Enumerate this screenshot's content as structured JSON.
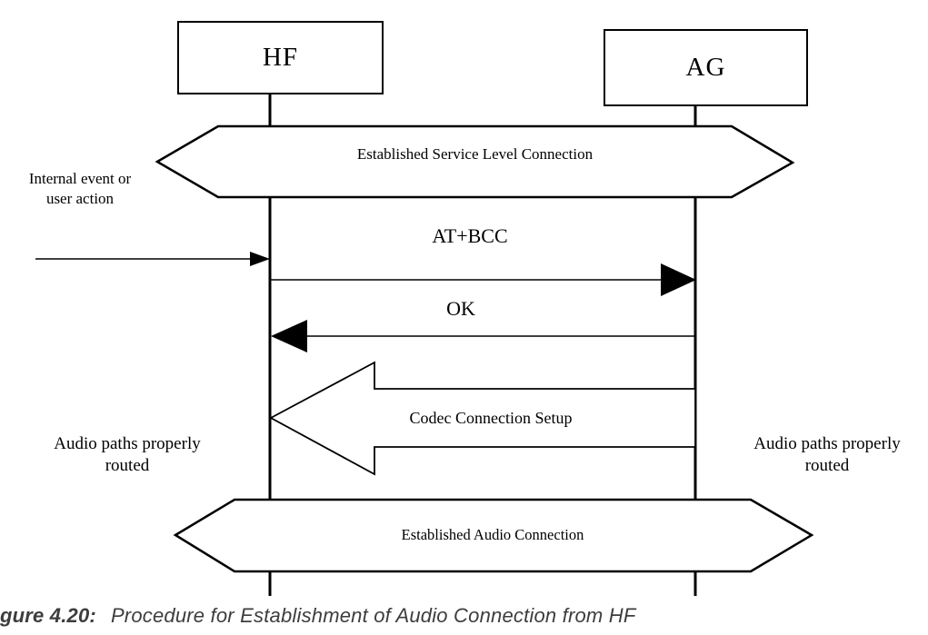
{
  "diagram": {
    "actors": [
      {
        "id": "hf",
        "label": "HF"
      },
      {
        "id": "ag",
        "label": "AG"
      }
    ],
    "banners": [
      {
        "label": "Established Service Level Connection"
      },
      {
        "label": "Established Audio Connection"
      }
    ],
    "messages": [
      {
        "label": "AT+BCC",
        "from": "HF",
        "to": "AG",
        "style": "solid-arrow"
      },
      {
        "label": "OK",
        "from": "AG",
        "to": "HF",
        "style": "solid-arrow"
      },
      {
        "label": "Codec Connection Setup",
        "from": "AG",
        "to": "HF",
        "style": "block-arrow"
      }
    ],
    "annotations": {
      "internal_event": {
        "line1": "Internal event or",
        "line2": "user action"
      },
      "audio_paths_left": {
        "line1": "Audio paths properly",
        "line2": "routed"
      },
      "audio_paths_right": {
        "line1": "Audio paths properly",
        "line2": "routed"
      }
    },
    "caption": {
      "figure_label": "gure 4.20:",
      "title": "Procedure for Establishment of Audio Connection from HF"
    },
    "colors": {
      "stroke": "#000000",
      "shape_fill": "#ffffff",
      "caption_text": "#3d3d3d"
    }
  }
}
